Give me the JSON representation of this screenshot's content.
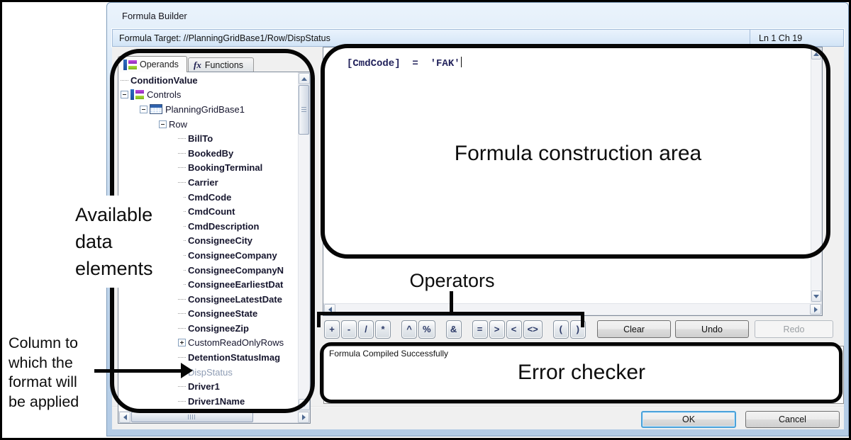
{
  "window": {
    "title": "Formula Builder",
    "formula_target": "Formula Target: //PlanningGridBase1/Row/DispStatus",
    "cursor_position": "Ln 1 Ch 19"
  },
  "left_panel": {
    "tabs": [
      {
        "label": "Operands"
      },
      {
        "label": "Functions"
      }
    ],
    "fx_icon": "fx",
    "tree_items": [
      {
        "label": "ConditionValue",
        "level": 0,
        "exp": null,
        "icon": null,
        "bold": true,
        "dim": false
      },
      {
        "label": "Controls",
        "level": 0,
        "exp": "minus",
        "icon": "controls",
        "bold": false,
        "dim": false
      },
      {
        "label": "PlanningGridBase1",
        "level": 1,
        "exp": "minus",
        "icon": "grid",
        "bold": false,
        "dim": false
      },
      {
        "label": "Row",
        "level": 2,
        "exp": "minus",
        "icon": null,
        "bold": false,
        "dim": false
      },
      {
        "label": "BillTo",
        "level": 3,
        "exp": null,
        "icon": null,
        "bold": true,
        "dim": false
      },
      {
        "label": "BookedBy",
        "level": 3,
        "exp": null,
        "icon": null,
        "bold": true,
        "dim": false
      },
      {
        "label": "BookingTerminal",
        "level": 3,
        "exp": null,
        "icon": null,
        "bold": true,
        "dim": false
      },
      {
        "label": "Carrier",
        "level": 3,
        "exp": null,
        "icon": null,
        "bold": true,
        "dim": false
      },
      {
        "label": "CmdCode",
        "level": 3,
        "exp": null,
        "icon": null,
        "bold": true,
        "dim": false
      },
      {
        "label": "CmdCount",
        "level": 3,
        "exp": null,
        "icon": null,
        "bold": true,
        "dim": false
      },
      {
        "label": "CmdDescription",
        "level": 3,
        "exp": null,
        "icon": null,
        "bold": true,
        "dim": false
      },
      {
        "label": "ConsigneeCity",
        "level": 3,
        "exp": null,
        "icon": null,
        "bold": true,
        "dim": false
      },
      {
        "label": "ConsigneeCompany",
        "level": 3,
        "exp": null,
        "icon": null,
        "bold": true,
        "dim": false
      },
      {
        "label": "ConsigneeCompanyN",
        "level": 3,
        "exp": null,
        "icon": null,
        "bold": true,
        "dim": false
      },
      {
        "label": "ConsigneeEarliestDat",
        "level": 3,
        "exp": null,
        "icon": null,
        "bold": true,
        "dim": false
      },
      {
        "label": "ConsigneeLatestDate",
        "level": 3,
        "exp": null,
        "icon": null,
        "bold": true,
        "dim": false
      },
      {
        "label": "ConsigneeState",
        "level": 3,
        "exp": null,
        "icon": null,
        "bold": true,
        "dim": false
      },
      {
        "label": "ConsigneeZip",
        "level": 3,
        "exp": null,
        "icon": null,
        "bold": true,
        "dim": false
      },
      {
        "label": "CustomReadOnlyRows",
        "level": 3,
        "exp": "plus",
        "icon": null,
        "bold": false,
        "dim": false
      },
      {
        "label": "DetentionStatusImag",
        "level": 3,
        "exp": null,
        "icon": null,
        "bold": true,
        "dim": false
      },
      {
        "label": "DispStatus",
        "level": 3,
        "exp": null,
        "icon": null,
        "bold": false,
        "dim": true
      },
      {
        "label": "Driver1",
        "level": 3,
        "exp": null,
        "icon": null,
        "bold": true,
        "dim": false
      },
      {
        "label": "Driver1Name",
        "level": 3,
        "exp": null,
        "icon": null,
        "bold": true,
        "dim": false
      }
    ]
  },
  "formula": {
    "text": "[CmdCode]  =  'FAK'"
  },
  "operators": {
    "groups": [
      [
        "+",
        "-",
        "/",
        "*"
      ],
      [
        "^",
        "%"
      ],
      [
        "&"
      ],
      [
        "=",
        ">",
        "<",
        "<>"
      ],
      [
        "(",
        ")"
      ]
    ]
  },
  "buttons": {
    "clear": "Clear",
    "undo": "Undo",
    "redo": "Redo",
    "ok": "OK",
    "cancel": "Cancel"
  },
  "error_checker": {
    "message": "Formula Compiled Successfully"
  },
  "colors": {
    "frame_blue": "#bdd3ea",
    "annotation_black": "#060606",
    "tree_text": "#16162e",
    "formula_text": "#23235c"
  },
  "annotations": {
    "available_data": "Available\ndata\nelements",
    "formula_area": "Formula construction area",
    "operators_label": "Operators",
    "error_checker_label": "Error checker",
    "column_note": "Column to\nwhich the\nformat will\nbe applied"
  }
}
